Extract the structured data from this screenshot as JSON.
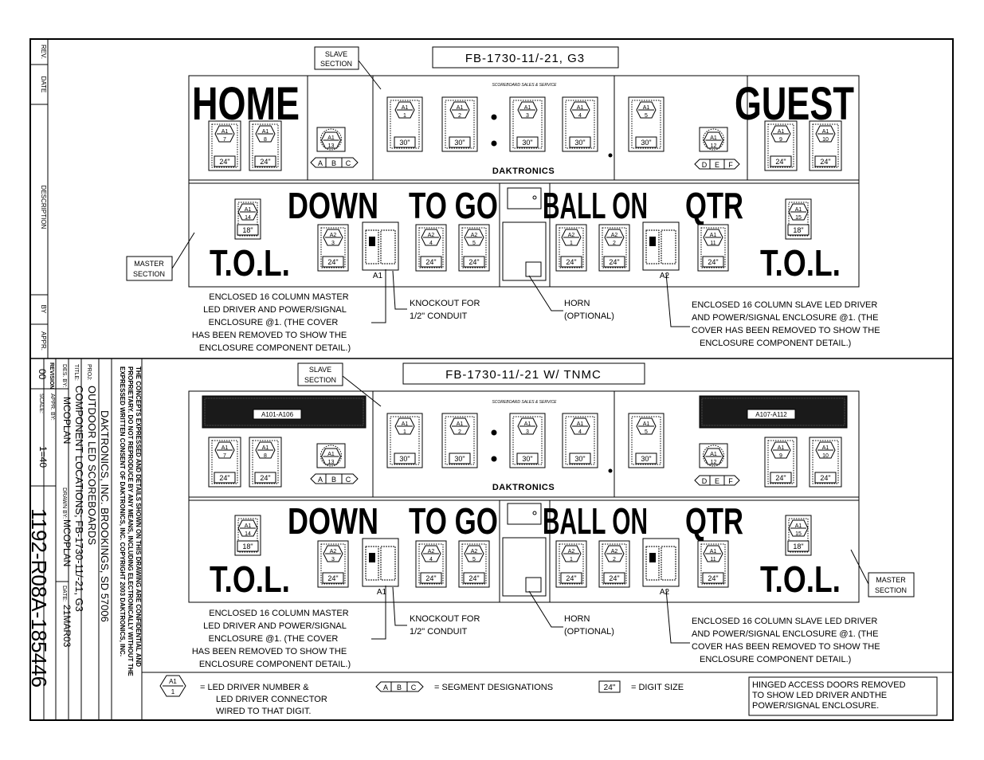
{
  "left_strip": {
    "rev": "REV.",
    "date": "DATE",
    "description": "DESCRIPTION",
    "by": "BY",
    "appr": "APPR."
  },
  "title_block": {
    "confidential": [
      "THE CONCEPTS EXPRESSED AND DETAILS SHOWN ON THIS DRAWING ARE CONFIDENTIAL AND",
      "PROPRIETARY. DO NOT REPRODUCE BY ANY MEANS, INCLUDING ELECTRONICALLY WITHOUT THE",
      "EXPRESSED WRITTEN CONSENT OF DAKTRONICS, INC.           COPYRIGHT 2003 DAKTRONICS, INC."
    ],
    "company": "DAKTRONICS, INC.  BROOKINGS, SD  57006",
    "proj_label": "PROJ:",
    "proj": "OUTDOOR LED SCOREBOARDS",
    "title_label": "TITLE:",
    "title": "COMPONENT LOCATIONS; FB-1730-11/-21, G3",
    "des_by": "DES. BY:",
    "des_name": "MCOPLAN",
    "drawn_by": "DRAWN BY:",
    "drawn_name": "MCOPLAN",
    "date_label": "DATE:",
    "date": "21MAR03",
    "revision_label": "REVISION",
    "revision": "00",
    "appr_by": "APPR. BY:",
    "scale_label": "SCALE:",
    "scale": "1=40",
    "drawing_number": "1192-R08A-185446"
  },
  "top": {
    "title": "FB-1730-11/-21, G3",
    "slave_label": [
      "SLAVE",
      "SECTION"
    ],
    "master_label": [
      "MASTER",
      "SECTION"
    ],
    "home": "HOME",
    "guest": "GUEST",
    "down": "DOWN",
    "to_go": "TO GO",
    "ball_on": "BALL ON",
    "qtr": "QTR",
    "tol": "T.O.L.",
    "sponsor": "SCOREBOARD SALES & SERVICE",
    "brand": "DAKTRONICS",
    "seg_home": [
      "A",
      "B",
      "C"
    ],
    "seg_guest": [
      "D",
      "E",
      "F"
    ],
    "a1": "A1",
    "a2": "A2",
    "note_master": [
      "ENCLOSED 16 COLUMN MASTER",
      "LED DRIVER AND POWER/SIGNAL",
      "ENCLOSURE @1.  (THE COVER",
      "HAS BEEN REMOVED TO SHOW THE",
      "ENCLOSURE COMPONENT DETAIL.)"
    ],
    "note_knockout": [
      "KNOCKOUT FOR",
      "1/2\" CONDUIT"
    ],
    "note_horn": [
      "HORN",
      "(OPTIONAL)"
    ],
    "note_slave": [
      "ENCLOSED 16 COLUMN SLAVE LED DRIVER",
      "AND POWER/SIGNAL ENCLOSURE @1.  (THE",
      "COVER HAS BEEN REMOVED TO SHOW THE",
      "ENCLOSURE COMPONENT DETAIL.)"
    ]
  },
  "bottom": {
    "title": "FB-1730-11/-21 W/ TNMC",
    "slave_label": [
      "SLAVE",
      "SECTION"
    ],
    "master_label": [
      "MASTER",
      "SECTION"
    ],
    "tnmc_left": "A101-A106",
    "tnmc_right": "A107-A112",
    "down": "DOWN",
    "to_go": "TO GO",
    "ball_on": "BALL ON",
    "qtr": "QTR",
    "tol": "T.O.L.",
    "sponsor": "SCOREBOARD SALES & SERVICE",
    "brand": "DAKTRONICS",
    "seg_home": [
      "A",
      "B",
      "C"
    ],
    "seg_guest": [
      "D",
      "E",
      "F"
    ],
    "a1": "A1",
    "a2": "A2",
    "note_master": [
      "ENCLOSED 16 COLUMN MASTER",
      "LED DRIVER AND POWER/SIGNAL",
      "ENCLOSURE @1.  (THE COVER",
      "HAS BEEN REMOVED TO SHOW THE",
      "ENCLOSURE COMPONENT DETAIL.)"
    ],
    "note_knockout": [
      "KNOCKOUT FOR",
      "1/2\" CONDUIT"
    ],
    "note_horn": [
      "HORN",
      "(OPTIONAL)"
    ],
    "note_slave": [
      "ENCLOSED 16 COLUMN SLAVE LED DRIVER",
      "AND POWER/SIGNAL ENCLOSURE @1.  (THE",
      "COVER HAS BEEN REMOVED TO SHOW THE",
      "ENCLOSURE COMPONENT DETAIL.)"
    ]
  },
  "digits_top": [
    {
      "drv": "A1",
      "conn": "7",
      "size": "24\""
    },
    {
      "drv": "A1",
      "conn": "8",
      "size": "24\""
    },
    {
      "drv": "A1",
      "conn": "13",
      "size": ""
    },
    {
      "drv": "A1",
      "conn": "1",
      "size": "30\""
    },
    {
      "drv": "A1",
      "conn": "2",
      "size": "30\""
    },
    {
      "drv": "A1",
      "conn": "3",
      "size": "30\""
    },
    {
      "drv": "A1",
      "conn": "4",
      "size": "30\""
    },
    {
      "drv": "A1",
      "conn": "5",
      "size": "30\""
    },
    {
      "drv": "A1",
      "conn": "12",
      "size": ""
    },
    {
      "drv": "A1",
      "conn": "9",
      "size": "24\""
    },
    {
      "drv": "A1",
      "conn": "10",
      "size": "24\""
    },
    {
      "drv": "A1",
      "conn": "14",
      "size": "18\""
    },
    {
      "drv": "A2",
      "conn": "3",
      "size": "24\""
    },
    {
      "drv": "A2",
      "conn": "4",
      "size": "24\""
    },
    {
      "drv": "A2",
      "conn": "5",
      "size": "24\""
    },
    {
      "drv": "A2",
      "conn": "1",
      "size": "24\""
    },
    {
      "drv": "A2",
      "conn": "2",
      "size": "24\""
    },
    {
      "drv": "A1",
      "conn": "11",
      "size": "24\""
    },
    {
      "drv": "A1",
      "conn": "15",
      "size": "18\""
    }
  ],
  "legend": {
    "drv": "A1",
    "conn": "1",
    "driver_text": [
      "=  LED DRIVER NUMBER &",
      "LED DRIVER CONNECTOR",
      "WIRED TO THAT DIGIT."
    ],
    "segments": [
      "A",
      "B",
      "C"
    ],
    "segment_text": "=  SEGMENT DESIGNATIONS",
    "digit_size": "24\"",
    "digit_text": "=  DIGIT SIZE",
    "hinged_note": [
      "HINGED ACCESS DOORS REMOVED",
      "TO SHOW LED DRIVER ANDTHE",
      "POWER/SIGNAL ENCLOSURE."
    ]
  }
}
